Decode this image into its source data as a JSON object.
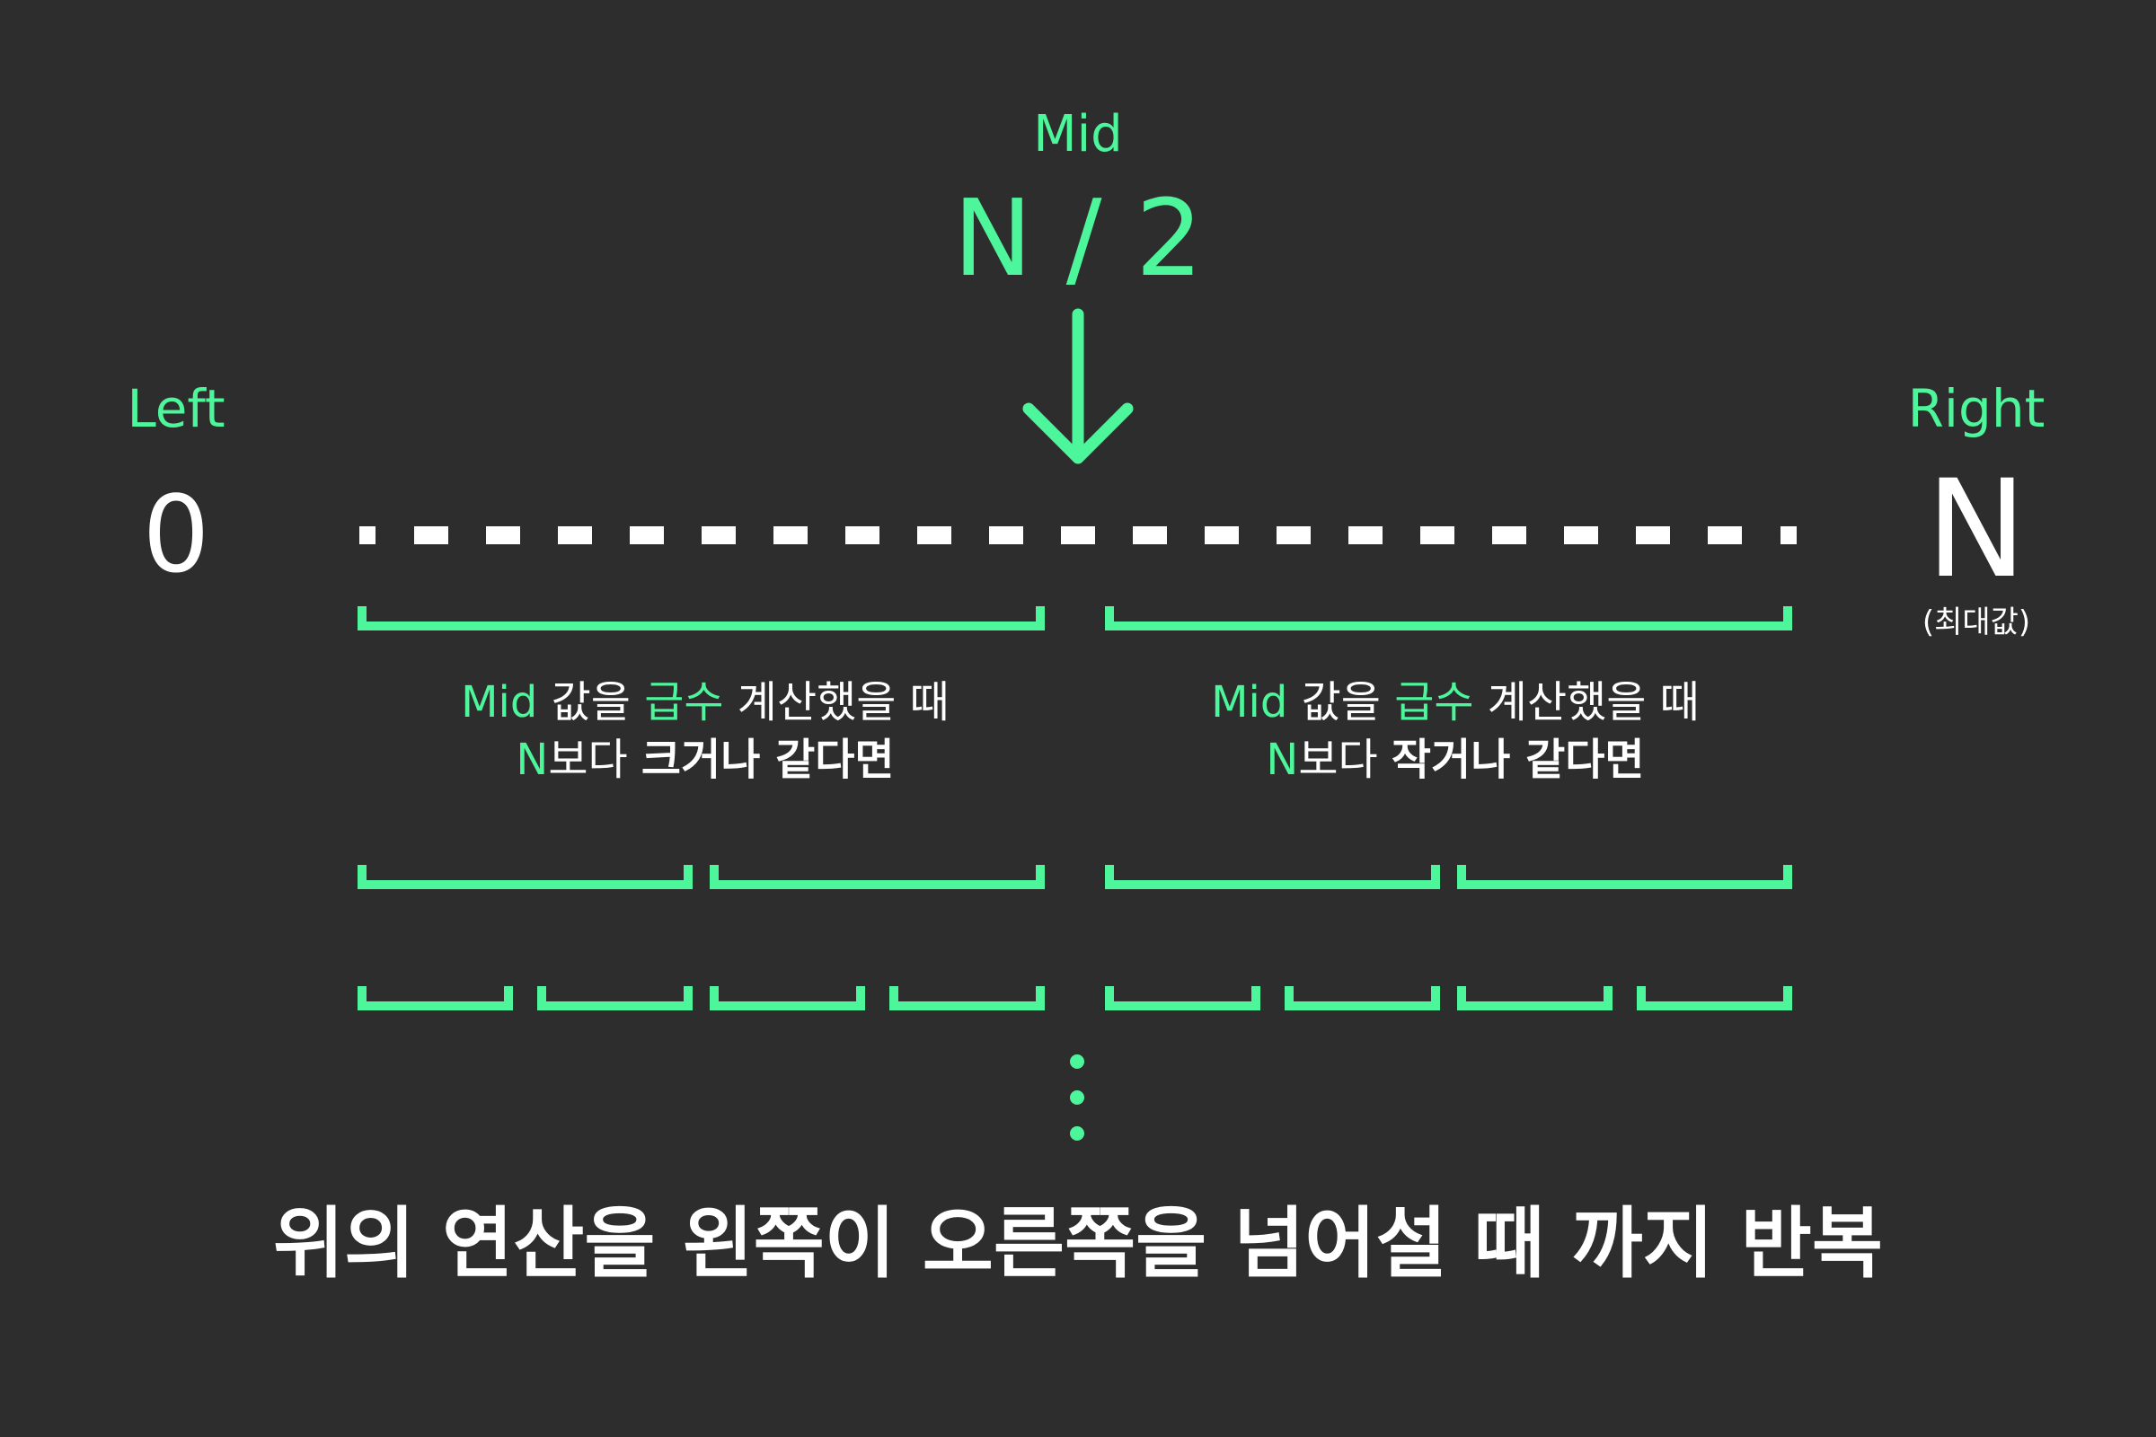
{
  "mid": {
    "label": "Mid",
    "formula": "N / 2"
  },
  "left": {
    "label": "Left",
    "value": "0"
  },
  "right": {
    "label": "Right",
    "value": "N",
    "note": "(최대값)"
  },
  "left_branch": {
    "line1": {
      "part1": "Mid",
      "part2": " 값을 ",
      "part3": "급수",
      "part4": " 계산했을 때"
    },
    "line2": {
      "part1": "N",
      "part2": "보다 ",
      "part3": "크거나 같다면"
    }
  },
  "right_branch": {
    "line1": {
      "part1": "Mid",
      "part2": " 값을 ",
      "part3": "급수",
      "part4": " 계산했을 때"
    },
    "line2": {
      "part1": "N",
      "part2": "보다 ",
      "part3": "작거나 같다면"
    }
  },
  "footer": "위의 연산을 왼쪽이 오른쪽을 넘어설 때 까지 반복",
  "colors": {
    "accent": "#4df59b",
    "background": "#2d2d2d",
    "text": "#ffffff"
  },
  "icons": [
    "down-arrow-icon",
    "vertical-ellipsis-icon"
  ]
}
